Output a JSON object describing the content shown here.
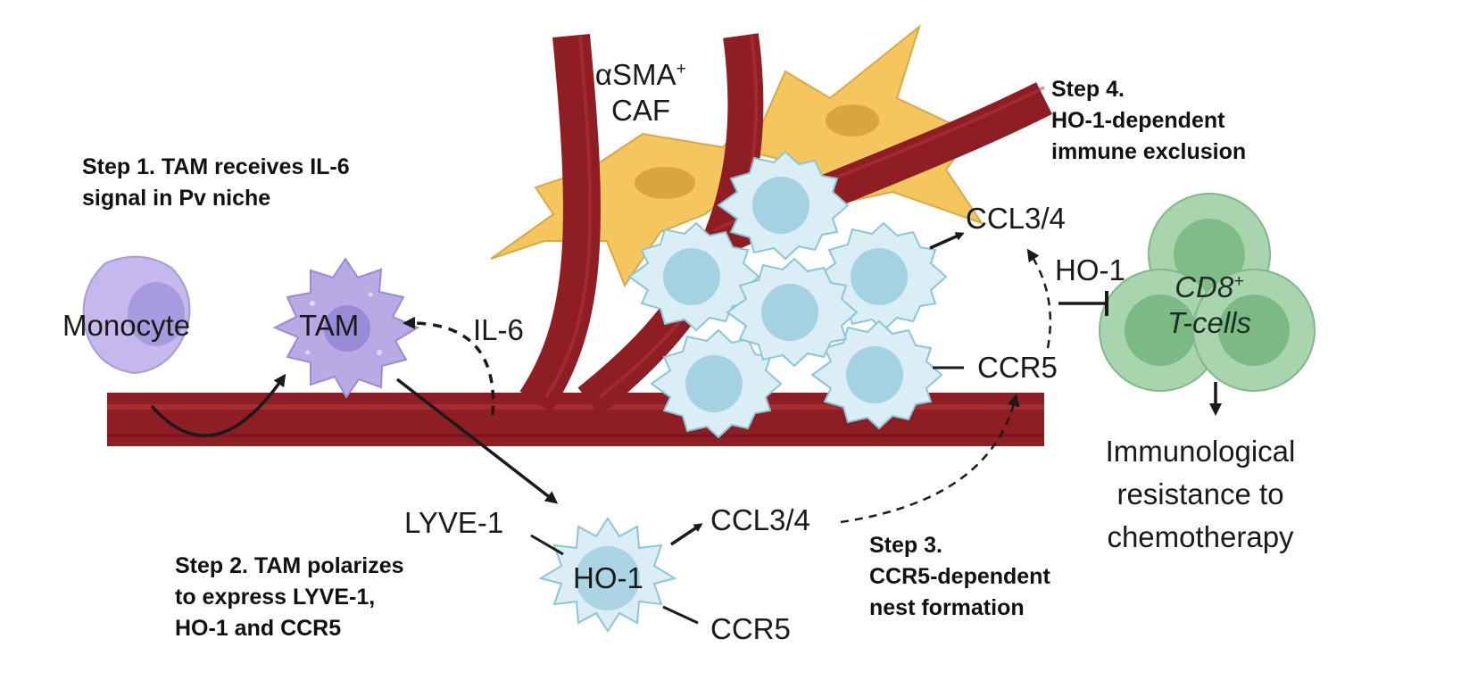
{
  "steps": {
    "step1": [
      "Step 1. TAM receives IL-6",
      "signal in Pv niche"
    ],
    "step2": [
      "Step 2. TAM polarizes",
      "to express LYVE-1,",
      "HO-1 and CCR5"
    ],
    "step3": [
      "Step 3.",
      "CCR5-dependent",
      "nest formation"
    ],
    "step4": [
      "Step 4.",
      "HO-1-dependent",
      "immune exclusion"
    ]
  },
  "cells": {
    "monocyte": "Monocyte",
    "tam": "TAM",
    "tam_ho1": "HO-1",
    "caf": {
      "line1": "αSMA",
      "sup": "+",
      "line2": "CAF"
    },
    "tcells": {
      "line1": "CD8",
      "sup": "+",
      "line2": "T-cells"
    }
  },
  "markers": {
    "il6": "IL-6",
    "lyve1": "LYVE-1",
    "ccl34_tam": "CCL3/4",
    "ccr5_tam": "CCR5",
    "ccl34_nest": "CCL3/4",
    "ccr5_nest": "CCR5",
    "ho1_nest": "HO-1"
  },
  "outcome": [
    "Immunological",
    "resistance to",
    "chemotherapy"
  ],
  "colors": {
    "vessel": "#8e1d24",
    "vessel_highlight": "#b5353b",
    "monocyte": "#c4b8ec",
    "tam": "#b9aae6",
    "tam_nucleus": "#8e7fcf",
    "nest_cell": "#dbeef6",
    "nest_border": "#8ac5d8",
    "nest_nucleus": "#a5d2e2",
    "caf": "#f4c65d",
    "caf_nucleus": "#d9a53e",
    "tcell_outer": "#a8d5ad",
    "tcell_inner": "#5fa86a"
  }
}
